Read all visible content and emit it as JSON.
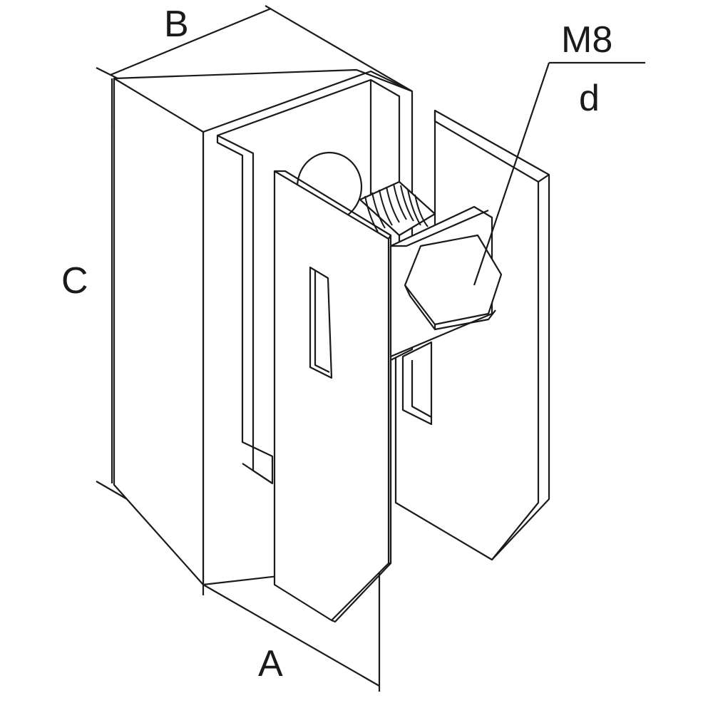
{
  "labels": {
    "dim_b": "B",
    "dim_c": "C",
    "dim_a": "A",
    "thread": "M8",
    "diameter": "d"
  },
  "colors": {
    "line": "#1a1a1a",
    "fill": "#ffffff"
  }
}
